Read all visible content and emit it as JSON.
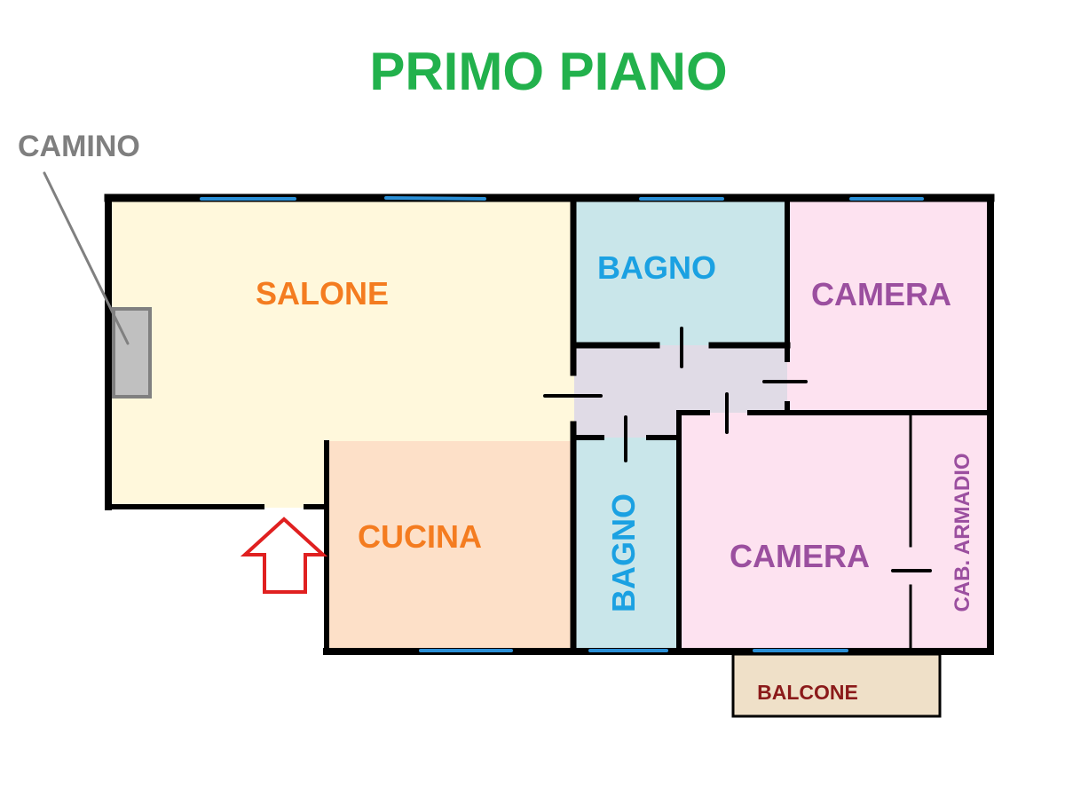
{
  "title": "PRIMO PIANO",
  "annotations": {
    "fireplace": "CAMINO"
  },
  "rooms": {
    "salone": "SALONE",
    "bagno_top": "BAGNO",
    "camera_top": "CAMERA",
    "cucina": "CUCINA",
    "bagno_bottom": "BAGNO",
    "camera_bottom": "CAMERA",
    "cab_armadio": "CAB. ARMADIO",
    "balcone": "BALCONE"
  },
  "colors": {
    "title": "#22b14c",
    "living": "#f47c20",
    "bath": "#1ba1e2",
    "bedroom": "#9b4f9f",
    "balcony": "#8b1a1a",
    "window": "#2a8fd6",
    "entrance_arrow": "#e02020"
  }
}
